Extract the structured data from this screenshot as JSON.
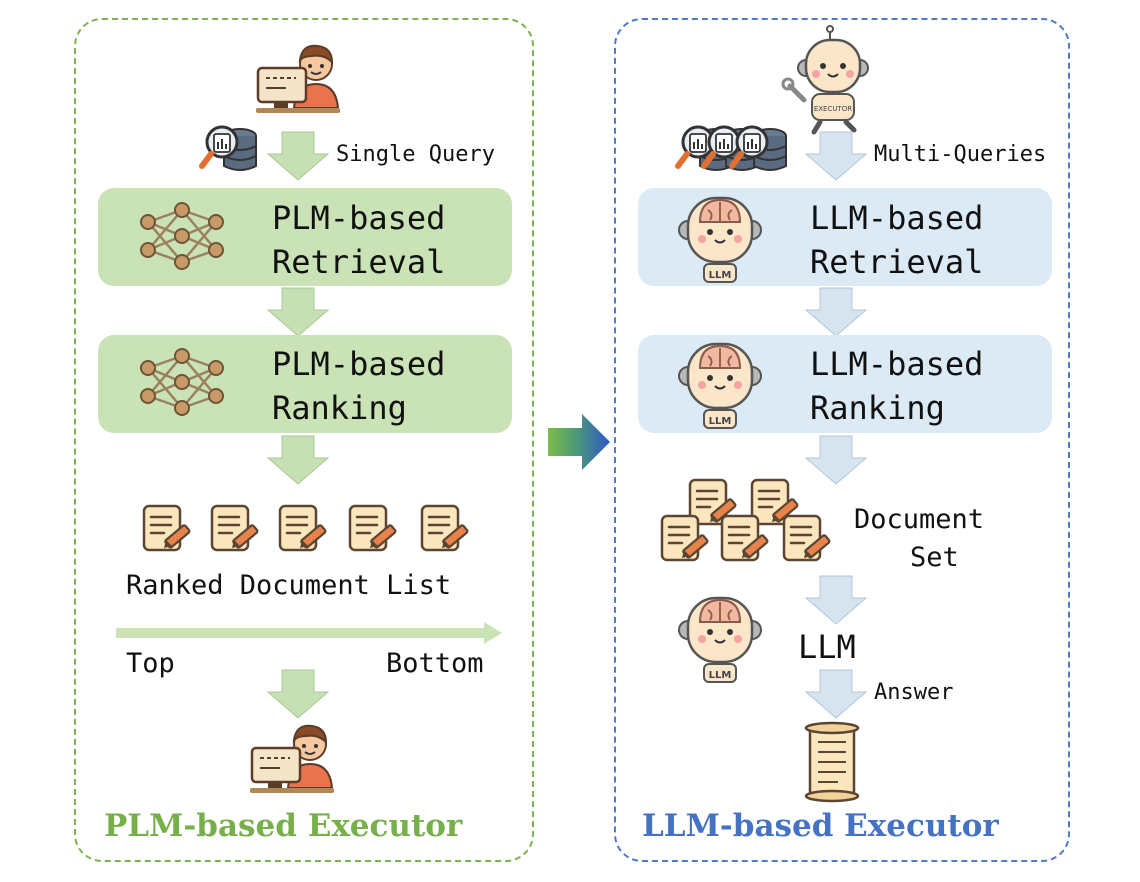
{
  "left": {
    "title": "PLM-based Executor",
    "query_label": "Single Query",
    "retrieval": {
      "line1": "PLM-based",
      "line2": "Retrieval"
    },
    "ranking": {
      "line1": "PLM-based",
      "line2": "Ranking"
    },
    "list_label": "Ranked Document List",
    "axis_start": "Top",
    "axis_end": "Bottom",
    "color": "#77b04a"
  },
  "right": {
    "title": "LLM-based Executor",
    "query_label": "Multi-Queries",
    "retrieval": {
      "line1": "LLM-based",
      "line2": "Retrieval"
    },
    "ranking": {
      "line1": "LLM-based",
      "line2": "Ranking"
    },
    "docset_line1": "Document",
    "docset_line2": "Set",
    "llm_label": "LLM",
    "answer_label": "Answer",
    "robot_badge": "LLM",
    "executor_badge": "EXECUTOR",
    "color": "#4672c4"
  }
}
